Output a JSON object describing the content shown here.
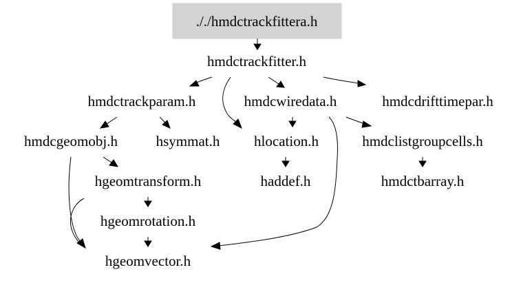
{
  "colors": {
    "root_fill": "#d3d3d3",
    "line": "#000000",
    "text": "#000000",
    "background": "#ffffff"
  },
  "nodes": {
    "hmdctrackfittera": "././hmdctrackfittera.h",
    "hmdctrackfitter": "hmdctrackfitter.h",
    "hmdctrackparam": "hmdctrackparam.h",
    "hmdcwiredata": "hmdcwiredata.h",
    "hmdcdrifttimepar": "hmdcdrifttimepar.h",
    "hmdcgeomobj": "hmdcgeomobj.h",
    "hsymmat": "hsymmat.h",
    "hlocation": "hlocation.h",
    "hmdclistgroupcells": "hmdclistgroupcells.h",
    "hgeomtransform": "hgeomtransform.h",
    "haddef": "haddef.h",
    "hmdctbarray": "hmdctbarray.h",
    "hgeomrotation": "hgeomrotation.h",
    "hgeomvector": "hgeomvector.h"
  }
}
